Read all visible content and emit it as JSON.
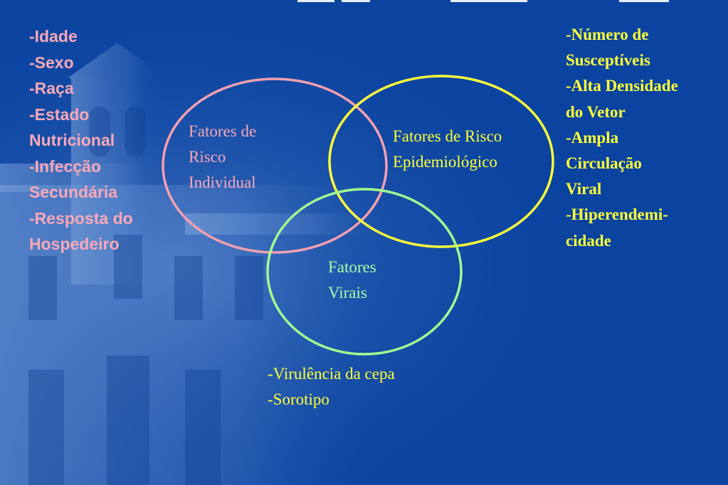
{
  "diagram": {
    "circles": [
      {
        "id": "individual",
        "label_lines": [
          "Fatores de",
          "Risco",
          "Individual"
        ],
        "color": "#f4a0b0"
      },
      {
        "id": "epidemiologico",
        "label_lines": [
          "Fatores de Risco",
          "Epidemiológico"
        ],
        "color": "#ffff3a"
      },
      {
        "id": "virais",
        "label_lines": [
          "Fatores",
          "Virais"
        ],
        "color": "#a0ff90"
      }
    ]
  },
  "left_list": [
    "-Idade",
    "-Sexo",
    "-Raça",
    "-Estado",
    "Nutricional",
    "-Infecção",
    "Secundária",
    "-Resposta do",
    "Hospedeiro"
  ],
  "right_list": [
    "-Número de",
    "Susceptíveis",
    "-Alta Densidade",
    "do Vetor",
    "-Ampla",
    "Circulação",
    "Viral",
    "-Hiperendemi-",
    "cidade"
  ],
  "bottom_list": [
    "-Virulência da cepa",
    "-Sorotipo"
  ],
  "colors": {
    "background": "#0a43a0",
    "pink": "#f8a8b8",
    "yellow": "#ffff3a",
    "green": "#a8ffa8"
  }
}
